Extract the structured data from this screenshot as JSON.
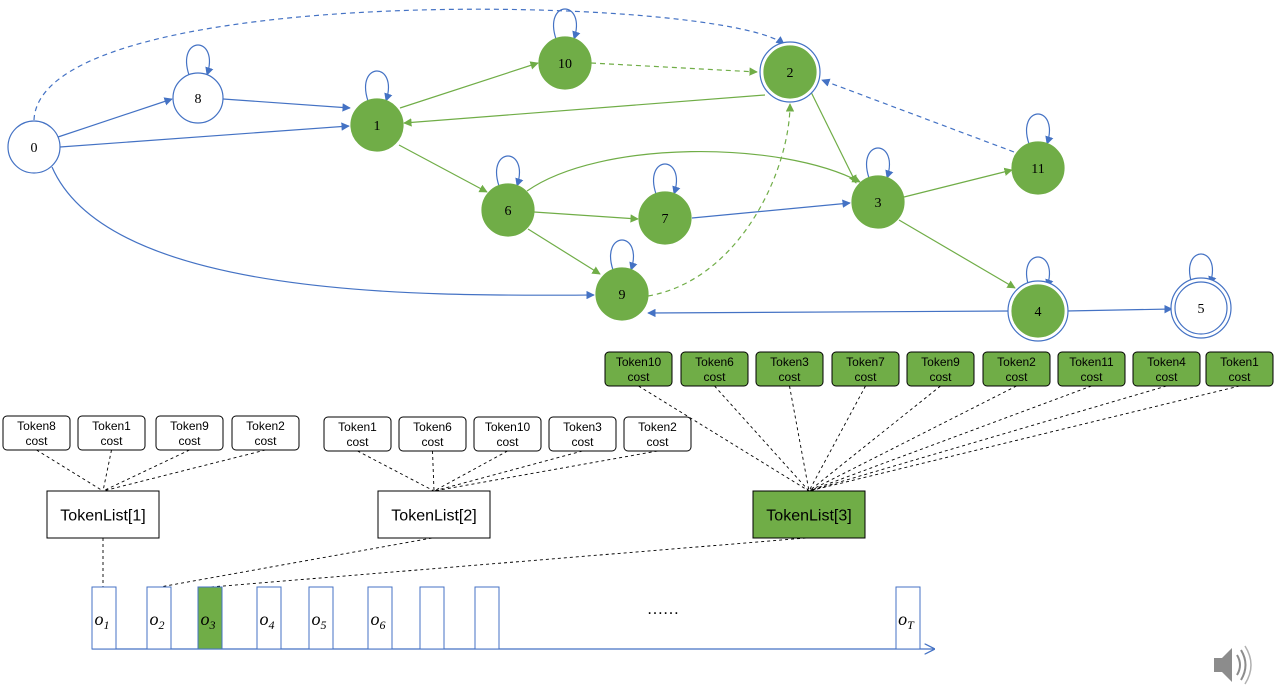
{
  "colors": {
    "blue": "#4472c4",
    "green": "#70ad47",
    "node_fill_active": "#70ad47",
    "node_stroke_blue": "#4472c4",
    "token_box_stroke": "#000000"
  },
  "graph": {
    "nodes": [
      {
        "id": "0",
        "label": "0",
        "active": false,
        "final": false
      },
      {
        "id": "8",
        "label": "8",
        "active": false,
        "final": false
      },
      {
        "id": "1",
        "label": "1",
        "active": true,
        "final": false
      },
      {
        "id": "10",
        "label": "10",
        "active": true,
        "final": false
      },
      {
        "id": "2",
        "label": "2",
        "active": true,
        "final": true
      },
      {
        "id": "6",
        "label": "6",
        "active": true,
        "final": false
      },
      {
        "id": "7",
        "label": "7",
        "active": true,
        "final": false
      },
      {
        "id": "9",
        "label": "9",
        "active": true,
        "final": false
      },
      {
        "id": "3",
        "label": "3",
        "active": true,
        "final": false
      },
      {
        "id": "11",
        "label": "11",
        "active": true,
        "final": false
      },
      {
        "id": "4",
        "label": "4",
        "active": true,
        "final": true
      },
      {
        "id": "5",
        "label": "5",
        "active": false,
        "final": true
      }
    ],
    "edges": [
      {
        "from": "0",
        "to": "8",
        "color": "blue",
        "dashed": false
      },
      {
        "from": "0",
        "to": "1",
        "color": "blue",
        "dashed": false
      },
      {
        "from": "0",
        "to": "9",
        "color": "blue",
        "dashed": false
      },
      {
        "from": "0",
        "to": "2",
        "color": "blue",
        "dashed": true
      },
      {
        "from": "8",
        "to": "1",
        "color": "blue",
        "dashed": false
      },
      {
        "from": "1",
        "to": "10",
        "color": "green",
        "dashed": false
      },
      {
        "from": "1",
        "to": "6",
        "color": "green",
        "dashed": false
      },
      {
        "from": "10",
        "to": "2",
        "color": "green",
        "dashed": true
      },
      {
        "from": "2",
        "to": "1",
        "color": "green",
        "dashed": false
      },
      {
        "from": "2",
        "to": "3",
        "color": "green",
        "dashed": false
      },
      {
        "from": "6",
        "to": "7",
        "color": "green",
        "dashed": false
      },
      {
        "from": "6",
        "to": "9",
        "color": "green",
        "dashed": false
      },
      {
        "from": "6",
        "to": "3",
        "color": "green",
        "dashed": false
      },
      {
        "from": "7",
        "to": "3",
        "color": "blue",
        "dashed": false
      },
      {
        "from": "9",
        "to": "2",
        "color": "green",
        "dashed": true
      },
      {
        "from": "3",
        "to": "11",
        "color": "green",
        "dashed": false
      },
      {
        "from": "3",
        "to": "4",
        "color": "green",
        "dashed": false
      },
      {
        "from": "11",
        "to": "2",
        "color": "blue",
        "dashed": true
      },
      {
        "from": "4",
        "to": "9",
        "color": "blue",
        "dashed": false
      },
      {
        "from": "4",
        "to": "5",
        "color": "blue",
        "dashed": false
      }
    ],
    "self_loops": [
      {
        "node": "8",
        "color": "blue"
      },
      {
        "node": "1",
        "color": "blue"
      },
      {
        "node": "10",
        "color": "blue"
      },
      {
        "node": "6",
        "color": "blue"
      },
      {
        "node": "7",
        "color": "blue"
      },
      {
        "node": "9",
        "color": "blue"
      },
      {
        "node": "3",
        "color": "blue"
      },
      {
        "node": "11",
        "color": "blue"
      },
      {
        "node": "4",
        "color": "blue"
      },
      {
        "node": "5",
        "color": "blue"
      }
    ]
  },
  "token_lists": [
    {
      "label": "TokenList[1]",
      "active": false,
      "tokens": [
        {
          "name": "Token8",
          "cost": "cost"
        },
        {
          "name": "Token1",
          "cost": "cost"
        },
        {
          "name": "Token9",
          "cost": "cost"
        },
        {
          "name": "Token2",
          "cost": "cost"
        }
      ]
    },
    {
      "label": "TokenList[2]",
      "active": false,
      "tokens": [
        {
          "name": "Token1",
          "cost": "cost"
        },
        {
          "name": "Token6",
          "cost": "cost"
        },
        {
          "name": "Token10",
          "cost": "cost"
        },
        {
          "name": "Token3",
          "cost": "cost"
        },
        {
          "name": "Token2",
          "cost": "cost"
        }
      ]
    },
    {
      "label": "TokenList[3]",
      "active": true,
      "tokens": [
        {
          "name": "Token10",
          "cost": "cost"
        },
        {
          "name": "Token6",
          "cost": "cost"
        },
        {
          "name": "Token3",
          "cost": "cost"
        },
        {
          "name": "Token7",
          "cost": "cost"
        },
        {
          "name": "Token9",
          "cost": "cost"
        },
        {
          "name": "Token2",
          "cost": "cost"
        },
        {
          "name": "Token11",
          "cost": "cost"
        },
        {
          "name": "Token4",
          "cost": "cost"
        },
        {
          "name": "Token1",
          "cost": "cost"
        }
      ]
    }
  ],
  "timeline": {
    "frames": [
      {
        "base": "o",
        "sub": "1",
        "active": false
      },
      {
        "base": "o",
        "sub": "2",
        "active": false
      },
      {
        "base": "o",
        "sub": "3",
        "active": true
      },
      {
        "base": "o",
        "sub": "4",
        "active": false
      },
      {
        "base": "o",
        "sub": "5",
        "active": false
      },
      {
        "base": "o",
        "sub": "6",
        "active": false
      },
      {
        "base": "",
        "sub": "",
        "active": false
      },
      {
        "base": "",
        "sub": "",
        "active": false
      },
      {
        "base": "o",
        "sub": "T",
        "active": false
      }
    ],
    "ellipsis": "……"
  },
  "speaker_icon": "speaker-icon"
}
